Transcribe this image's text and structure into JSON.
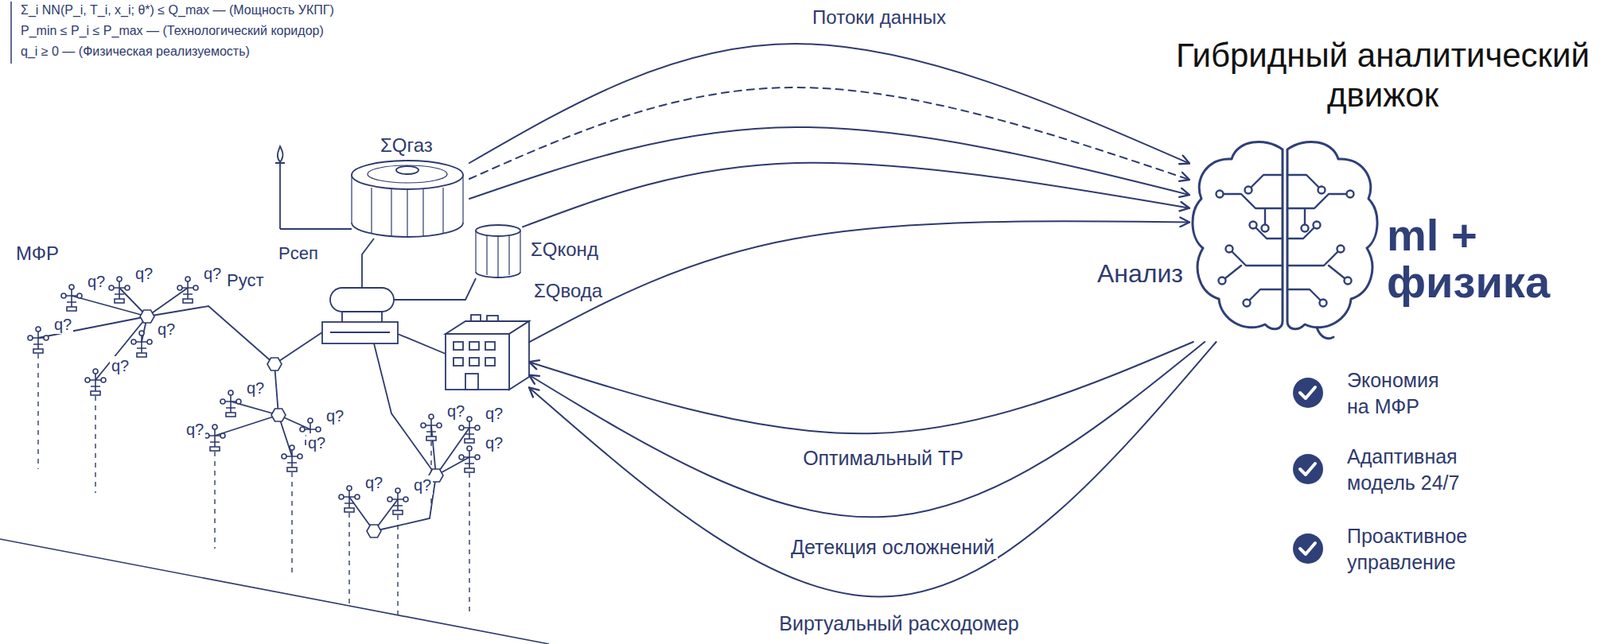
{
  "diagram": {
    "nodes": [
      {
        "text": [
          "ΣQгаз"
        ]
      },
      {
        "text": [
          "ΣQконд"
        ]
      },
      {
        "text": [
          "ΣQвода"
        ]
      },
      {
        "text": [
          "Гибридный аналитический движок",
          "Анализ",
          "ml + физика"
        ]
      }
    ],
    "edges": [
      {
        "from": 0,
        "to": 3,
        "arrow": "to"
      },
      {
        "from": 0,
        "to": 3,
        "arrow": "to"
      },
      {
        "from": 0,
        "to": 3,
        "arrow": "to"
      },
      {
        "from": 1,
        "to": 3,
        "arrow": "to"
      },
      {
        "from": 2,
        "to": 3,
        "arrow": "to"
      },
      {
        "from": 3,
        "to": 2,
        "label": "Оптимальный ТР",
        "arrow": "to"
      },
      {
        "from": 3,
        "to": 2,
        "label": "Детекция осложнений",
        "arrow": "to"
      },
      {
        "from": 3,
        "to": 2,
        "label": "Виртуальный расходомер",
        "arrow": "to"
      }
    ],
    "labels": [
      "Σ_i NN(P_i, T_i, x_i; θ*) ≤ Q_max — (Мощность УКПГ)",
      "P_min ≤ P_i ≤ P_max — (Технологический коридор)",
      "q_i ≥ 0 — (Физическая реализуемость)",
      "Потоки данных",
      "МФР",
      "Pсеп",
      "Pуст",
      "q?",
      "q?",
      "q?",
      "q?",
      "q?",
      "q?",
      "q?",
      "q?",
      "q?",
      "q?",
      "q?",
      "q?",
      "q?",
      "q?",
      "q?",
      "Экономия на МФР",
      "Адаптивная модель 24/7",
      "Проактивное управление"
    ]
  }
}
